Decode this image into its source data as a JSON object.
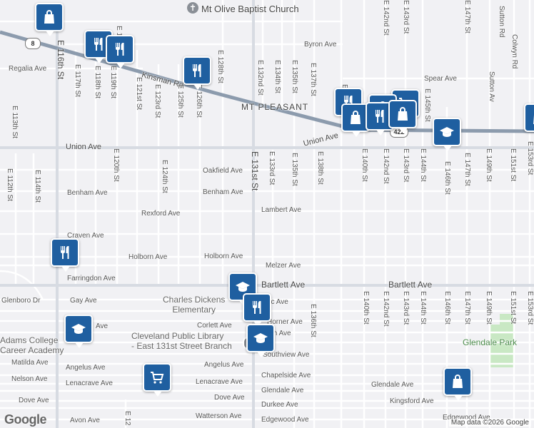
{
  "map": {
    "neighborhood": "MT PLEASANT",
    "attribution": "Map data ©2026 Google",
    "logo": "Google",
    "highway_shields": [
      "8",
      "422"
    ],
    "church_label": "Mt Olive Baptist Church",
    "park_label": "Glendale Park",
    "school_labels": {
      "charles_dickens": [
        "Charles Dickens",
        "Elementary"
      ],
      "adams": [
        "Adams College",
        "Career Academy"
      ],
      "library": [
        "Cleveland Public Library",
        "- East 131st Street Branch"
      ]
    },
    "streets_h": {
      "kinsman": "Kinsman Rd",
      "byron": "Byron Ave",
      "regalia": "Regalia Ave",
      "spear": "Spear Ave",
      "union_w": "Union Ave",
      "union_e": "Union Ave",
      "oakfield": "Oakfield Ave",
      "benham_w": "Benham Ave",
      "benham_e": "Benham Ave",
      "rexford": "Rexford Ave",
      "lambert": "Lambert Ave",
      "craven": "Craven Ave",
      "holborn": "Holborn Ave",
      "melzer": "Melzer Ave",
      "farringdon": "Farringdon Ave",
      "bartlett_w": "Bartlett Ave",
      "bartlett_e": "Bartlett Ave",
      "glenboro": "Glenboro Dr",
      "gay": "Gay Ave",
      "ec": "ec Ave",
      "horner": "Horner Ave",
      "corlett": "Corlett Ave",
      "th": "th Ave",
      "ave_left": "Ave",
      "southview": "Southview Ave",
      "matilda": "Matilda Ave",
      "angelus_w": "Angelus Ave",
      "angelus_e": "Angelus Ave",
      "chapelside": "Chapelside Ave",
      "nelson": "Nelson Ave",
      "lenacrave_w": "Lenacrave Ave",
      "lenacrave_e": "Lenacrave Ave",
      "glendale": "Glendale Ave",
      "glendale_e": "Glendale Ave",
      "kingsford": "Kingsford Ave",
      "dove_w": "Dove Ave",
      "dove_e": "Dove Ave",
      "durkee": "Durkee Ave",
      "avon": "Avon Ave",
      "watterson": "Watterson Ave",
      "edgewood": "Edgewood Ave",
      "edgewood_e": "Edgewood Ave",
      "e116": "E 116th St",
      "e131": "E 131st St"
    },
    "streets_v": [
      {
        "id": "e112",
        "label": "E 112th St"
      },
      {
        "id": "e113",
        "label": "E 113th St"
      },
      {
        "id": "e114",
        "label": "E 114th St"
      },
      {
        "id": "e117",
        "label": "E 117th St"
      },
      {
        "id": "e118",
        "label": "E 118th St"
      },
      {
        "id": "e119",
        "label": "E 119th St"
      },
      {
        "id": "e120",
        "label": "E 120th St"
      },
      {
        "id": "e121",
        "label": "E 121st St"
      },
      {
        "id": "e123",
        "label": "E 123rd St"
      },
      {
        "id": "e124",
        "label": "E 124th St"
      },
      {
        "id": "e125",
        "label": "E 125th St"
      },
      {
        "id": "e126",
        "label": "E 126th St"
      },
      {
        "id": "e128",
        "label": "E 128th St"
      },
      {
        "id": "e132",
        "label": "E 132nd St"
      },
      {
        "id": "e133",
        "label": "E 133rd St"
      },
      {
        "id": "e134",
        "label": "E 134th St"
      },
      {
        "id": "e135",
        "label": "E 135th St"
      },
      {
        "id": "e135b",
        "label": "E 135th St"
      },
      {
        "id": "e136",
        "label": "E 136th St"
      },
      {
        "id": "e137",
        "label": "E 137th St"
      },
      {
        "id": "e138",
        "label": "E 138th St"
      },
      {
        "id": "e140",
        "label": "E 140th St"
      },
      {
        "id": "e140b",
        "label": "E 140th St"
      },
      {
        "id": "e142",
        "label": "E 142nd St"
      },
      {
        "id": "e142b",
        "label": "E 142nd St"
      },
      {
        "id": "e142c",
        "label": "E 142nd St"
      },
      {
        "id": "e143",
        "label": "E 143rd St"
      },
      {
        "id": "e143b",
        "label": "E 143rd St"
      },
      {
        "id": "e143c",
        "label": "E 143rd St"
      },
      {
        "id": "e144",
        "label": "E 144th St"
      },
      {
        "id": "e144b",
        "label": "E 144th St"
      },
      {
        "id": "e145",
        "label": "E 145th St"
      },
      {
        "id": "e146",
        "label": "E 146th St"
      },
      {
        "id": "e146b",
        "label": "E 146th St"
      },
      {
        "id": "e147",
        "label": "E 147th St"
      },
      {
        "id": "e147b",
        "label": "E 147th St"
      },
      {
        "id": "e147c",
        "label": "E 147th St"
      },
      {
        "id": "e149",
        "label": "E 149th St"
      },
      {
        "id": "e149b",
        "label": "E 149th St"
      },
      {
        "id": "e151",
        "label": "E 151st St"
      },
      {
        "id": "e151b",
        "label": "E 151st St"
      },
      {
        "id": "e153",
        "label": "E 153rd St"
      },
      {
        "id": "e153b",
        "label": "E 153rd St"
      },
      {
        "id": "sutton",
        "label": "Sutton Rd"
      },
      {
        "id": "sutton2",
        "label": "Sutton Av"
      },
      {
        "id": "colwyn",
        "label": "Colwyn Rd"
      },
      {
        "id": "e12x",
        "label": "E 12"
      },
      {
        "id": "ekin",
        "label": "E"
      },
      {
        "id": "e12top",
        "label": "E 12"
      }
    ],
    "pins": [
      {
        "id": "shop-1",
        "type": "shopping-bag-icon"
      },
      {
        "id": "food-1",
        "type": "restaurant-icon"
      },
      {
        "id": "food-2",
        "type": "restaurant-icon"
      },
      {
        "id": "food-3",
        "type": "restaurant-icon"
      },
      {
        "id": "food-4",
        "type": "restaurant-icon"
      },
      {
        "id": "shop-2",
        "type": "shopping-bag-icon"
      },
      {
        "id": "cart-1",
        "type": "shopping-cart-icon"
      },
      {
        "id": "food-5",
        "type": "restaurant-icon"
      },
      {
        "id": "shop-3",
        "type": "shopping-bag-icon"
      },
      {
        "id": "school-1",
        "type": "school-icon"
      },
      {
        "id": "shop-4",
        "type": "shopping-bag-icon"
      },
      {
        "id": "food-6",
        "type": "restaurant-icon"
      },
      {
        "id": "school-2",
        "type": "school-icon"
      },
      {
        "id": "food-7",
        "type": "restaurant-icon"
      },
      {
        "id": "school-3",
        "type": "school-icon"
      },
      {
        "id": "school-4",
        "type": "school-icon"
      },
      {
        "id": "cart-2",
        "type": "shopping-cart-icon"
      },
      {
        "id": "shop-5",
        "type": "shopping-bag-icon"
      }
    ]
  }
}
